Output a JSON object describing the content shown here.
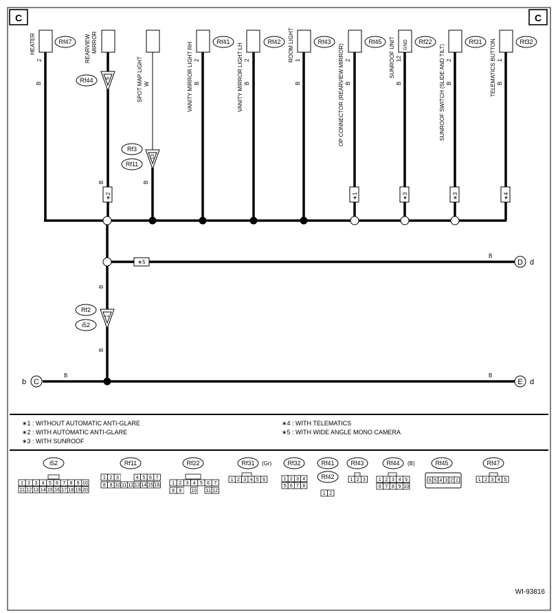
{
  "corner_left": "C",
  "corner_right": "C",
  "wire_color": "B",
  "map_light_wire_color": "W",
  "components": {
    "heater": {
      "label": "HEATER",
      "pin": "2",
      "connector": "Rf47"
    },
    "rearview_mirror": {
      "label1": "REARVIEW",
      "label2": "MIRROR",
      "pin": "9",
      "connector": "Rf44"
    },
    "spot_map_light": {
      "label": "SPOT MAP LIGHT",
      "pin": "13",
      "connector_a": "Rf3",
      "connector_b": "Rf11"
    },
    "vanity_rh": {
      "label": "VANITY MIRROR LIGHT RH",
      "pin": "2",
      "connector": "Rf41"
    },
    "vanity_lh": {
      "label": "VANITY MIRROR LIGHT LH",
      "pin": "2",
      "connector": "Rf42"
    },
    "room_light": {
      "label": "ROOM LIGHT",
      "pin": "1",
      "connector": "Rf43"
    },
    "op_connector": {
      "label": "OP CONNECTOR (REARVIEW MIRROR)",
      "pin": "2",
      "connector": "Rf45"
    },
    "sunroof_unit": {
      "label": "SUNROOF UNIT",
      "pin": "12",
      "box_text": "GND",
      "connector": "Rf22"
    },
    "sunroof_switch": {
      "label": "SUNROOF SWITCH (SLIDE AND TILT)",
      "pin": "2",
      "connector": "Rf31"
    },
    "telematics_button": {
      "label": "TELEMATICS BUTTON",
      "pin": "1",
      "connector": "Rf32"
    }
  },
  "notes_marks": {
    "n1": "∗1",
    "n2": "∗2",
    "n3": "∗3",
    "n4": "∗4",
    "n5": "∗5"
  },
  "inline_connector": {
    "connector_a": "Rf2",
    "connector_b": "i52",
    "pin": "1"
  },
  "terminals": {
    "D": "D",
    "d": "d",
    "C": "C",
    "b": "b",
    "E": "E"
  },
  "notes": {
    "n1": ": WITHOUT AUTOMATIC ANTI-GLARE",
    "n2": ": WITH AUTOMATIC ANTI-GLARE",
    "n3": ": WITH SUNROOF",
    "n4": ": WITH TELEMATICS",
    "n5": ": WITH WIDE ANGLE MONO CAMERA"
  },
  "connector_views": {
    "i52": "i52",
    "rf11": "Rf11",
    "rf22": "Rf22",
    "rf31": "Rf31",
    "rf31_note": "(Gr)",
    "rf32": "Rf32",
    "rf41": "Rf41",
    "rf42": "Rf42",
    "rf43": "Rf43",
    "rf44": "Rf44",
    "rf44_note": "(B)",
    "rf45": "Rf45",
    "rf47": "Rf47"
  },
  "figure_id": "WI-93816"
}
